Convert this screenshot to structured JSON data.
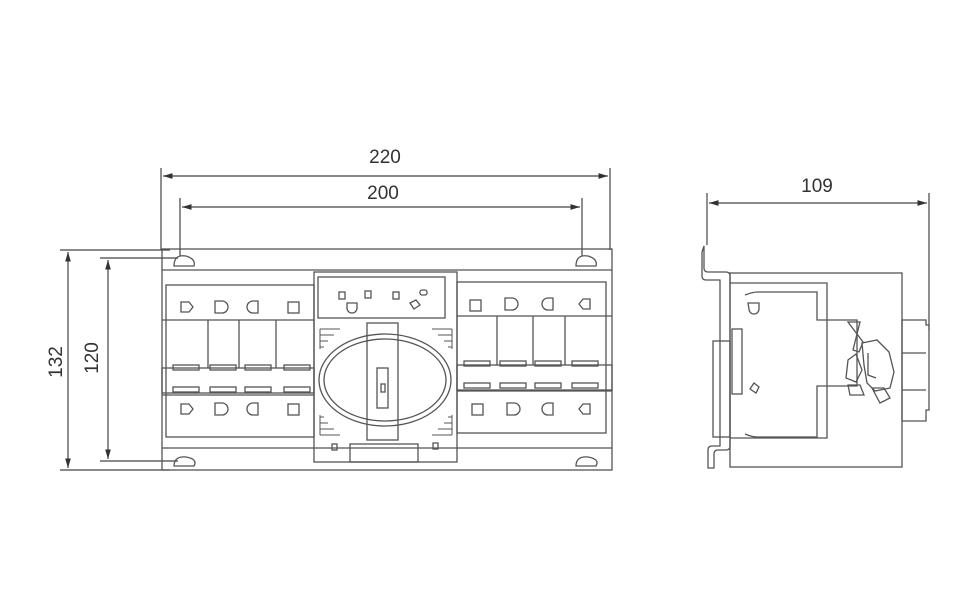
{
  "title": "Dual power automatic transfer switch dimension drawing",
  "dimensions": {
    "overall_width": "220",
    "mounting_width": "200",
    "overall_height": "132",
    "mounting_height": "120",
    "depth": "109"
  },
  "colors": {
    "line": "#555555",
    "background": "#ffffff"
  }
}
